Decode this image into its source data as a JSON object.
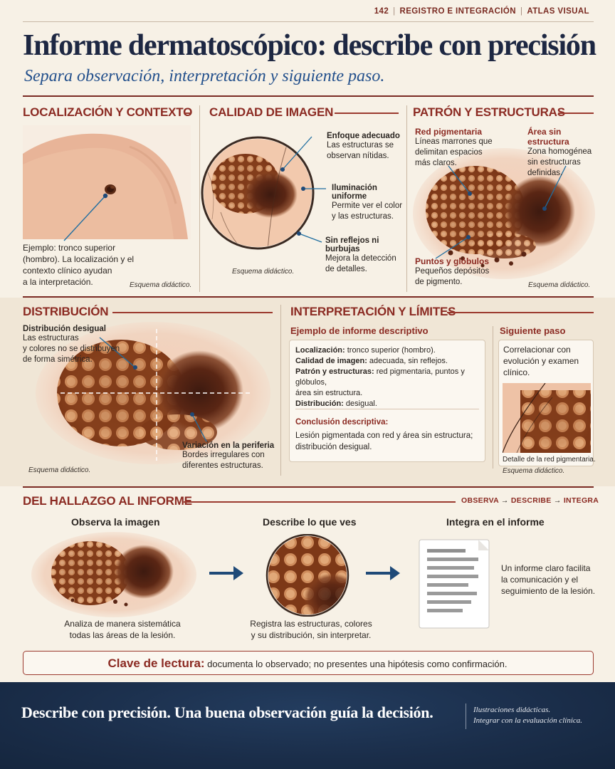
{
  "header": {
    "page_number": "142",
    "section": "REGISTRO E INTEGRACIÓN",
    "publication": "ATLAS VISUAL",
    "title": "Informe dermatoscópico: describe con precisión",
    "subtitle": "Separa observación, interpretación y siguiente paso."
  },
  "localizacion": {
    "title": "LOCALIZACIÓN Y CONTEXTO",
    "text": [
      "Ejemplo: tronco superior",
      "(hombro). La localización y el",
      "contexto clínico ayudan",
      "a la interpretación."
    ],
    "caption": "Esquema didáctico."
  },
  "calidad": {
    "title": "CALIDAD DE IMAGEN",
    "callouts": [
      {
        "title": "Enfoque adecuado",
        "text": [
          "Las estructuras se",
          "observan nítidas."
        ]
      },
      {
        "title": "Iluminación uniforme",
        "text": [
          "Permite ver el color",
          "y las estructuras."
        ]
      },
      {
        "title": "Sin reflejos ni burbujas",
        "text": [
          "Mejora la detección",
          "de detalles."
        ]
      }
    ],
    "caption": "Esquema didáctico."
  },
  "patron": {
    "title": "PATRÓN Y ESTRUCTURAS",
    "callouts": [
      {
        "title": "Red pigmentaria",
        "text": [
          "Líneas marrones que",
          "delimitan espacios",
          "más claros."
        ]
      },
      {
        "title": "Área sin estructura",
        "text": [
          "Zona homogénea",
          "sin estructuras",
          "definidas."
        ]
      },
      {
        "title": "Puntos y glóbulos",
        "text": [
          "Pequeños depósitos",
          "de pigmento."
        ]
      }
    ],
    "caption": "Esquema didáctico."
  },
  "distribucion": {
    "title": "DISTRIBUCIÓN",
    "callouts": [
      {
        "title": "Distribución desigual",
        "text": [
          "Las estructuras",
          "y colores no se distribuyen",
          "de forma simétrica."
        ]
      },
      {
        "title": "Variación en la periferia",
        "text": [
          "Bordes irregulares con",
          "diferentes estructuras."
        ]
      }
    ],
    "caption": "Esquema didáctico."
  },
  "interpretacion": {
    "title": "INTERPRETACIÓN Y LÍMITES",
    "report_title": "Ejemplo de informe descriptivo",
    "report_lines": [
      {
        "label": "Localización:",
        "value": " tronco superior (hombro)."
      },
      {
        "label": "Calidad de imagen:",
        "value": " adecuada, sin reflejos."
      },
      {
        "label": "Patrón y estructuras:",
        "value": " red pigmentaria, puntos y glóbulos,"
      },
      {
        "label": "",
        "value": "área sin estructura."
      },
      {
        "label": "Distribución:",
        "value": " desigual."
      }
    ],
    "conclusion_title": "Conclusión descriptiva:",
    "conclusion_text": [
      "Lesión pigmentada con red y área sin estructura;",
      "distribución desigual."
    ],
    "next_title": "Siguiente paso",
    "next_text": [
      "Correlacionar con",
      "evolución y examen",
      "clínico."
    ],
    "detail_caption": "Detalle de la red pigmentaria.",
    "caption": "Esquema didáctico."
  },
  "flujo": {
    "title": "DEL HALLAZGO AL INFORME",
    "breadcrumb": [
      "OBSERVA",
      "DESCRIBE",
      "INTEGRA"
    ],
    "steps": [
      {
        "title": "Observa la imagen",
        "text": [
          "Analiza de manera sistemática",
          "todas las áreas de la lesión."
        ]
      },
      {
        "title": "Describe lo que ves",
        "text": [
          "Registra las estructuras, colores",
          "y su distribución, sin interpretar."
        ]
      },
      {
        "title": "Integra en el informe",
        "text": [
          "Un informe claro facilita",
          "la comunicación y el",
          "seguimiento de la lesión."
        ]
      }
    ]
  },
  "clave": {
    "label": "Clave de lectura:",
    "text": " documenta lo observado; no presentes una hipótesis como confirmación."
  },
  "footer": {
    "main": "Describe con precisión. Una buena observación guía la decisión.",
    "note": [
      "Ilustraciones didácticas.",
      "Integrar con la evaluación clínica."
    ]
  },
  "colors": {
    "accent_red": "#8b2a22",
    "navy": "#1d2742",
    "blue_italic": "#23508c",
    "footer_bg": "#1a2d49",
    "arrow": "#1f4a78"
  }
}
